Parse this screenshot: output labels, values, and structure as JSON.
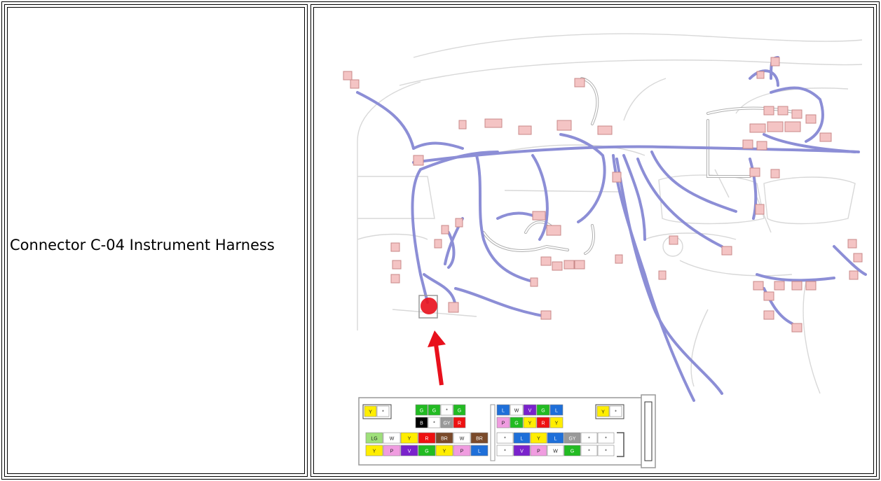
{
  "row": {
    "label": "Connector C-04 Instrument Harness"
  },
  "figure": {
    "connector": {
      "top_left_block": [
        "Y",
        "*"
      ],
      "top_right_block": [
        "Y",
        "*"
      ],
      "upper_mid_left_row1": [
        {
          "t": "G",
          "c": "#22bb22"
        },
        {
          "t": "G",
          "c": "#22bb22"
        },
        {
          "t": "*",
          "c": "#ffffff"
        },
        {
          "t": "G",
          "c": "#22bb22"
        }
      ],
      "upper_mid_left_row2": [
        {
          "t": "B",
          "c": "#000000"
        },
        {
          "t": "*",
          "c": "#ffffff"
        },
        {
          "t": "GY",
          "c": "#999999"
        },
        {
          "t": "R",
          "c": "#ee1111"
        }
      ],
      "upper_mid_right_row1": [
        {
          "t": "L",
          "c": "#1e6fd9"
        },
        {
          "t": "W",
          "c": "#ffffff"
        },
        {
          "t": "V",
          "c": "#7a22cc"
        },
        {
          "t": "G",
          "c": "#22bb22"
        },
        {
          "t": "L",
          "c": "#1e6fd9"
        }
      ],
      "upper_mid_right_row2": [
        {
          "t": "P",
          "c": "#f09ce0"
        },
        {
          "t": "G",
          "c": "#22bb22"
        },
        {
          "t": "Y",
          "c": "#ffee00"
        },
        {
          "t": "R",
          "c": "#ee1111"
        },
        {
          "t": "Y",
          "c": "#ffee00"
        }
      ],
      "lower_left_row1": [
        {
          "t": "LG",
          "c": "#9fe07a"
        },
        {
          "t": "W",
          "c": "#ffffff"
        },
        {
          "t": "Y",
          "c": "#ffee00"
        },
        {
          "t": "R",
          "c": "#ee1111"
        },
        {
          "t": "BR",
          "c": "#7a4a2a"
        },
        {
          "t": "W",
          "c": "#ffffff"
        },
        {
          "t": "BR",
          "c": "#7a4a2a"
        }
      ],
      "lower_left_row2": [
        {
          "t": "Y",
          "c": "#ffee00"
        },
        {
          "t": "P",
          "c": "#f09ce0"
        },
        {
          "t": "V",
          "c": "#7a22cc"
        },
        {
          "t": "G",
          "c": "#22bb22"
        },
        {
          "t": "Y",
          "c": "#ffee00"
        },
        {
          "t": "P",
          "c": "#f09ce0"
        },
        {
          "t": "L",
          "c": "#1e6fd9"
        }
      ],
      "lower_right_row1": [
        {
          "t": "*",
          "c": "#ffffff"
        },
        {
          "t": "L",
          "c": "#1e6fd9"
        },
        {
          "t": "Y",
          "c": "#ffee00"
        },
        {
          "t": "L",
          "c": "#1e6fd9"
        },
        {
          "t": "GY",
          "c": "#999999"
        },
        {
          "t": "*",
          "c": "#ffffff"
        },
        {
          "t": "*",
          "c": "#ffffff"
        }
      ],
      "lower_right_row2": [
        {
          "t": "*",
          "c": "#ffffff"
        },
        {
          "t": "V",
          "c": "#7a22cc"
        },
        {
          "t": "P",
          "c": "#f09ce0"
        },
        {
          "t": "W",
          "c": "#ffffff"
        },
        {
          "t": "G",
          "c": "#22bb22"
        },
        {
          "t": "*",
          "c": "#ffffff"
        },
        {
          "t": "*",
          "c": "#ffffff"
        }
      ]
    },
    "colors": {
      "harness": "#8c8ed6",
      "connector_fill": "#f4c4c4",
      "connector_edge": "#c88888",
      "outline": "#d8d8d8",
      "marker": "#e8101c"
    }
  }
}
